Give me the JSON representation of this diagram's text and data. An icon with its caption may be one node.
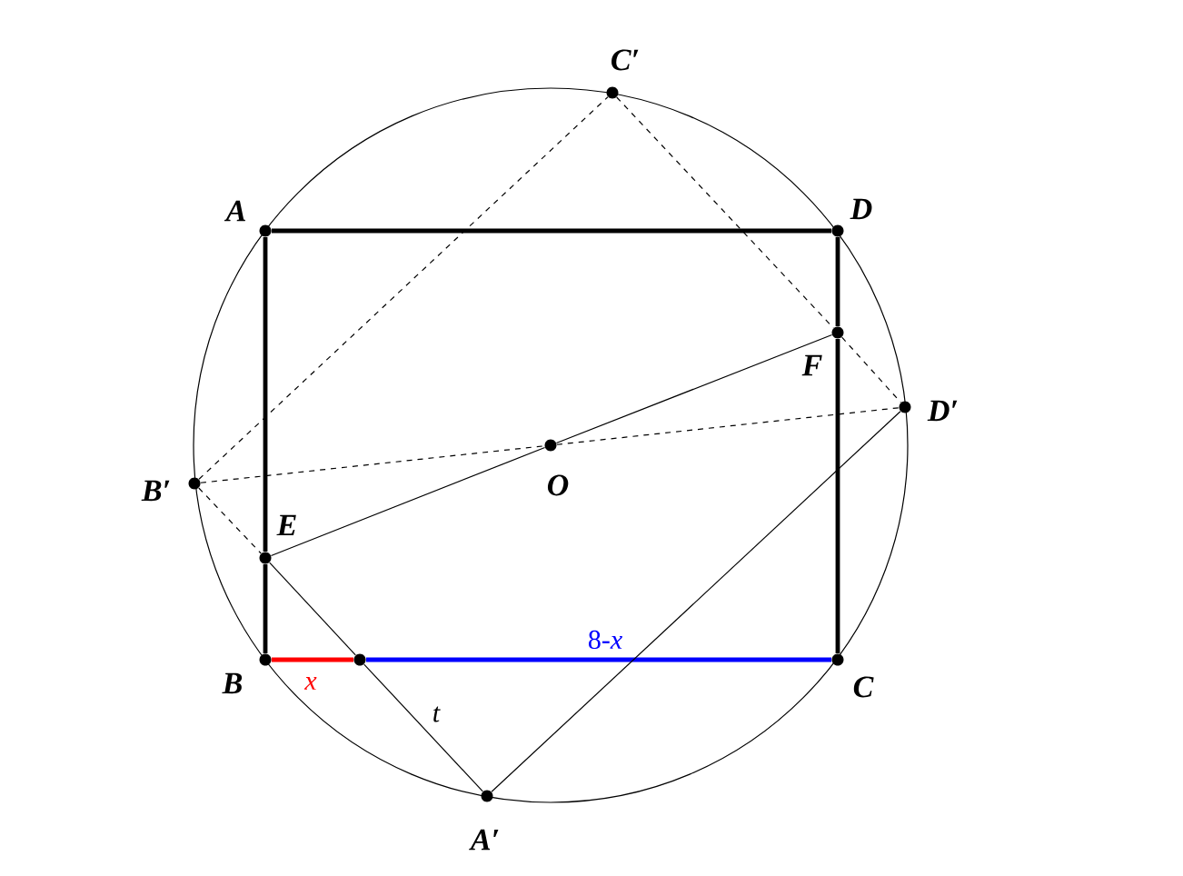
{
  "diagram": {
    "nodes": [
      {
        "text": [],
        "shape": "circle",
        "beside": [
          "C′"
        ]
      },
      {
        "text": [],
        "shape": "circle",
        "beside": [
          "A"
        ]
      },
      {
        "text": [],
        "shape": "circle",
        "beside": [
          "D"
        ]
      },
      {
        "text": [],
        "shape": "circle",
        "beside": [
          "F"
        ]
      },
      {
        "text": [],
        "shape": "circle",
        "beside": [
          "D′"
        ]
      },
      {
        "text": [],
        "shape": "circle",
        "beside": [
          "O"
        ]
      },
      {
        "text": [],
        "shape": "circle",
        "beside": [
          "B′"
        ]
      },
      {
        "text": [],
        "shape": "circle",
        "beside": [
          "E"
        ]
      },
      {
        "text": [],
        "shape": "circle",
        "beside": [
          "B"
        ]
      },
      {
        "text": [],
        "shape": "circle"
      },
      {
        "text": [],
        "shape": "circle",
        "beside": [
          "C"
        ]
      },
      {
        "text": [],
        "shape": "circle",
        "beside": [
          "A′"
        ]
      }
    ],
    "edges": [
      {
        "from": 1,
        "to": 2,
        "arrow": "none",
        "style": "thick"
      },
      {
        "from": 1,
        "to": 7,
        "arrow": "none",
        "style": "thick"
      },
      {
        "from": 7,
        "to": 8,
        "arrow": "none",
        "style": "thick"
      },
      {
        "from": 2,
        "to": 3,
        "arrow": "none",
        "style": "thick"
      },
      {
        "from": 3,
        "to": 10,
        "arrow": "none",
        "style": "thick"
      },
      {
        "from": 8,
        "to": 9,
        "arrow": "none",
        "style": "thick",
        "color": "#ff0000",
        "label": "x"
      },
      {
        "from": 9,
        "to": 10,
        "arrow": "none",
        "style": "thick",
        "color": "#0000ff",
        "label": "8-*x*"
      },
      {
        "from": 7,
        "to": 5,
        "arrow": "none"
      },
      {
        "from": 5,
        "to": 3,
        "arrow": "none"
      },
      {
        "from": 7,
        "to": 9,
        "arrow": "none"
      },
      {
        "from": 9,
        "to": 11,
        "arrow": "none",
        "label": "t"
      },
      {
        "from": 11,
        "to": 4,
        "arrow": "none"
      },
      {
        "from": 6,
        "to": 0,
        "arrow": "none",
        "style": "dashed"
      },
      {
        "from": 0,
        "to": 3,
        "arrow": "none",
        "style": "dashed"
      },
      {
        "from": 3,
        "to": 4,
        "arrow": "none",
        "style": "dashed"
      },
      {
        "from": 6,
        "to": 5,
        "arrow": "none",
        "style": "dashed"
      },
      {
        "from": 5,
        "to": 4,
        "arrow": "none",
        "style": "dashed"
      },
      {
        "from": 6,
        "to": 7,
        "arrow": "none",
        "style": "dashed"
      }
    ]
  }
}
